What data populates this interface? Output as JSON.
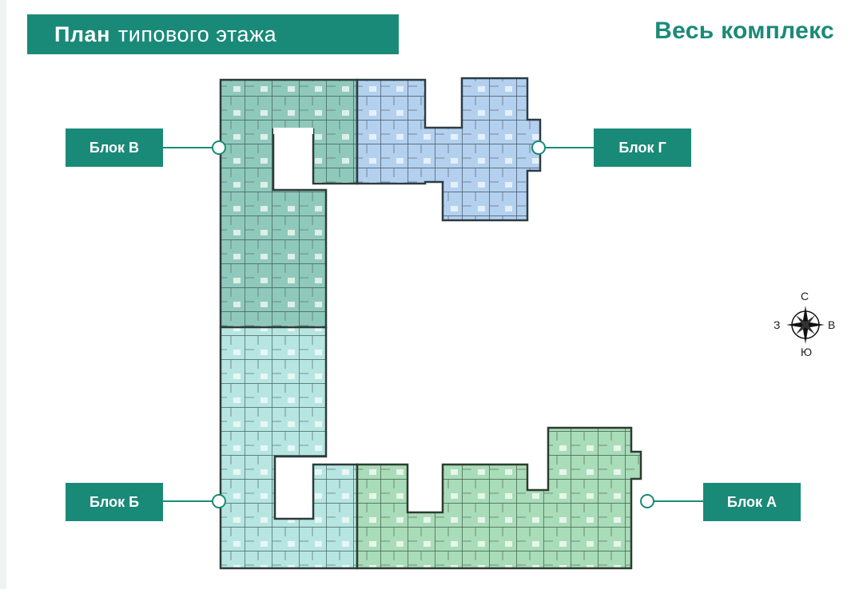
{
  "header": {
    "title_bold": "План",
    "title_light": "типового этажа",
    "complex_link": "Весь комплекс"
  },
  "blocks": {
    "v": "Блок В",
    "g": "Блок Г",
    "b": "Блок Б",
    "a": "Блок А"
  },
  "compass": {
    "n": "С",
    "s": "Ю",
    "w": "З",
    "e": "В"
  },
  "colors": {
    "accent": "#1a8a78",
    "block_v": "#8fc9bb",
    "block_g": "#b3d1ef",
    "block_b": "#b7e6e2",
    "block_a": "#a9dcb9"
  }
}
